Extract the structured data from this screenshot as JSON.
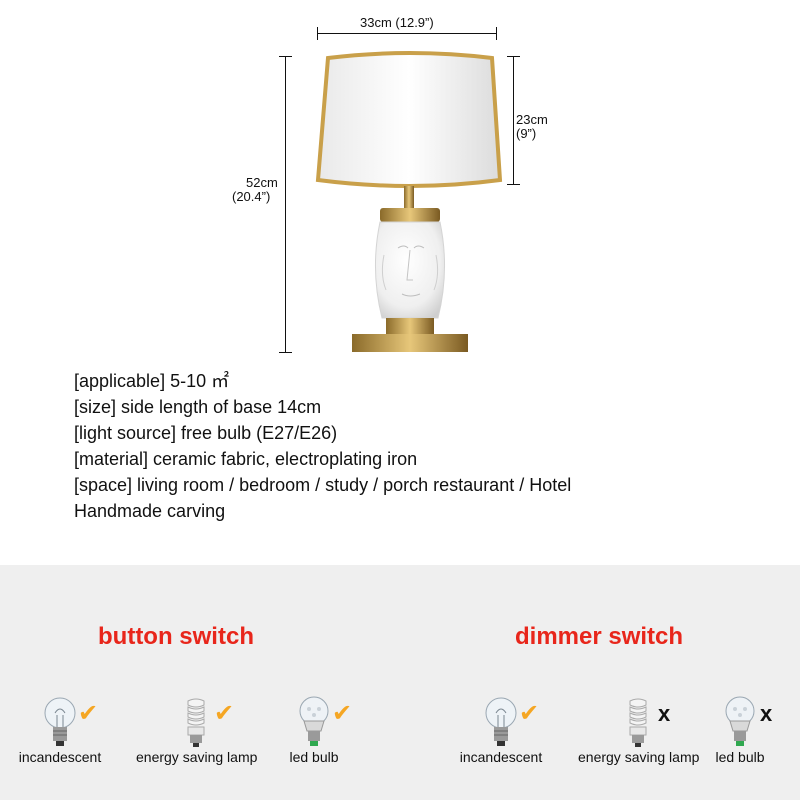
{
  "dimensions": {
    "width_label": "33cm (12.9”)",
    "shade_height_line1": "23cm",
    "shade_height_line2": "(9”)",
    "total_height_line1": "52cm",
    "total_height_line2": "(20.4”)"
  },
  "specs": [
    "[applicable] 5-10 ㎡",
    "[size] side length of base 14cm",
    "[light source] free bulb (E27/E26)",
    "[material] ceramic fabric, electroplating iron",
    "[space] living room / bedroom / study / porch restaurant / Hotel",
    "Handmade carving"
  ],
  "switches": {
    "button": {
      "title": "button switch",
      "items": [
        {
          "label": "incandescent",
          "icon": "incandescent-bulb-icon",
          "supported": true
        },
        {
          "label": "energy saving lamp",
          "icon": "cfl-bulb-icon",
          "supported": true
        },
        {
          "label": "led bulb",
          "icon": "led-bulb-icon",
          "supported": true
        }
      ]
    },
    "dimmer": {
      "title": "dimmer switch",
      "items": [
        {
          "label": "incandescent",
          "icon": "incandescent-bulb-icon",
          "supported": true
        },
        {
          "label": "energy saving lamp",
          "icon": "cfl-bulb-icon",
          "supported": false
        },
        {
          "label": "led bulb",
          "icon": "led-bulb-icon",
          "supported": false
        }
      ]
    }
  },
  "marks": {
    "check": "✔",
    "cross": "x"
  },
  "colors": {
    "title_red": "#e8261b",
    "check_orange": "#f5a623",
    "gold_trim": "#c9a04a",
    "panel_gray": "#efefef"
  }
}
